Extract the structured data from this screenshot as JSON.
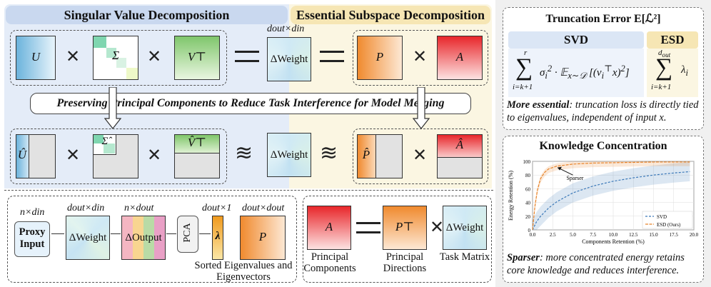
{
  "left_panel": {
    "svd_title": "Singular Value Decomposition",
    "esd_title": "Essential Subspace Decomposition",
    "banner": "Preserving Principal Components to Reduce Task Interference for Model Merging",
    "dims_top": "dout×din",
    "labels": {
      "U": "U",
      "Sigma": "Σ",
      "VT": "V⊤",
      "dW": "ΔWeight",
      "P": "P",
      "A": "A",
      "U_hat": "Û",
      "Sigma_hat": "Σ̂",
      "VT_hat": "V̂⊤",
      "P_hat": "P̂",
      "A_hat": "Â"
    }
  },
  "bottom_panel": {
    "dim_input": "n×din",
    "dim_weight": "dout×din",
    "dim_output": "n×dout",
    "dim_lambda": "dout×1",
    "dim_P": "dout×dout",
    "proxy_input": "Proxy Input",
    "delta_weight": "ΔWeight",
    "delta_output": "ΔOutput",
    "pca": "PCA",
    "lambda": "λ",
    "P": "P",
    "sorted_caption": "Sorted Eigenvalues and Eigenvectors",
    "A": "A",
    "PT": "P⊤",
    "task_weight": "ΔWeight",
    "cap_principal_components": "Principal Components",
    "cap_principal_directions": "Principal Directions",
    "cap_task_matrix": "Task Matrix"
  },
  "right_panel": {
    "trunc_title": "Truncation Error E[ℒ²]",
    "svd_label": "SVD",
    "esd_label": "ESD",
    "more_essential_bold": "More essential",
    "more_essential_text": ": truncation loss is directly tied to eigenvalues, independent of input x.",
    "knowledge_title": "Knowledge Concentration",
    "sparser_bold": "Sparser",
    "sparser_text": ": more concentrated energy retains core knowledge and reduces interference."
  },
  "chart_data": {
    "type": "line",
    "xlabel": "Components Retention (%)",
    "ylabel": "Energy Retention (%)",
    "xlim": [
      0,
      20
    ],
    "ylim": [
      0,
      100
    ],
    "xticks": [
      "0.0",
      "2.5",
      "5.0",
      "7.5",
      "10.0",
      "12.5",
      "15.0",
      "17.5",
      "20.0"
    ],
    "yticks": [
      "0",
      "20",
      "40",
      "60",
      "80",
      "100"
    ],
    "annotation": "Sparser",
    "legend": "bottom-right",
    "series": [
      {
        "name": "SVD",
        "color": "#3b78b8",
        "x": [
          0,
          0.5,
          1,
          2,
          3,
          5,
          7.5,
          10,
          12.5,
          15,
          17.5,
          19.5
        ],
        "y": [
          0,
          12,
          20,
          32,
          41,
          54,
          64,
          71,
          76,
          80,
          83,
          85
        ]
      },
      {
        "name": "ESD (Ours)",
        "color": "#e8842a",
        "x": [
          0,
          0.3,
          0.6,
          1,
          1.5,
          2,
          3,
          5,
          7.5,
          10,
          15,
          19.5
        ],
        "y": [
          0,
          35,
          58,
          75,
          84,
          89,
          93,
          96,
          97.5,
          98,
          99,
          99
        ]
      }
    ]
  }
}
